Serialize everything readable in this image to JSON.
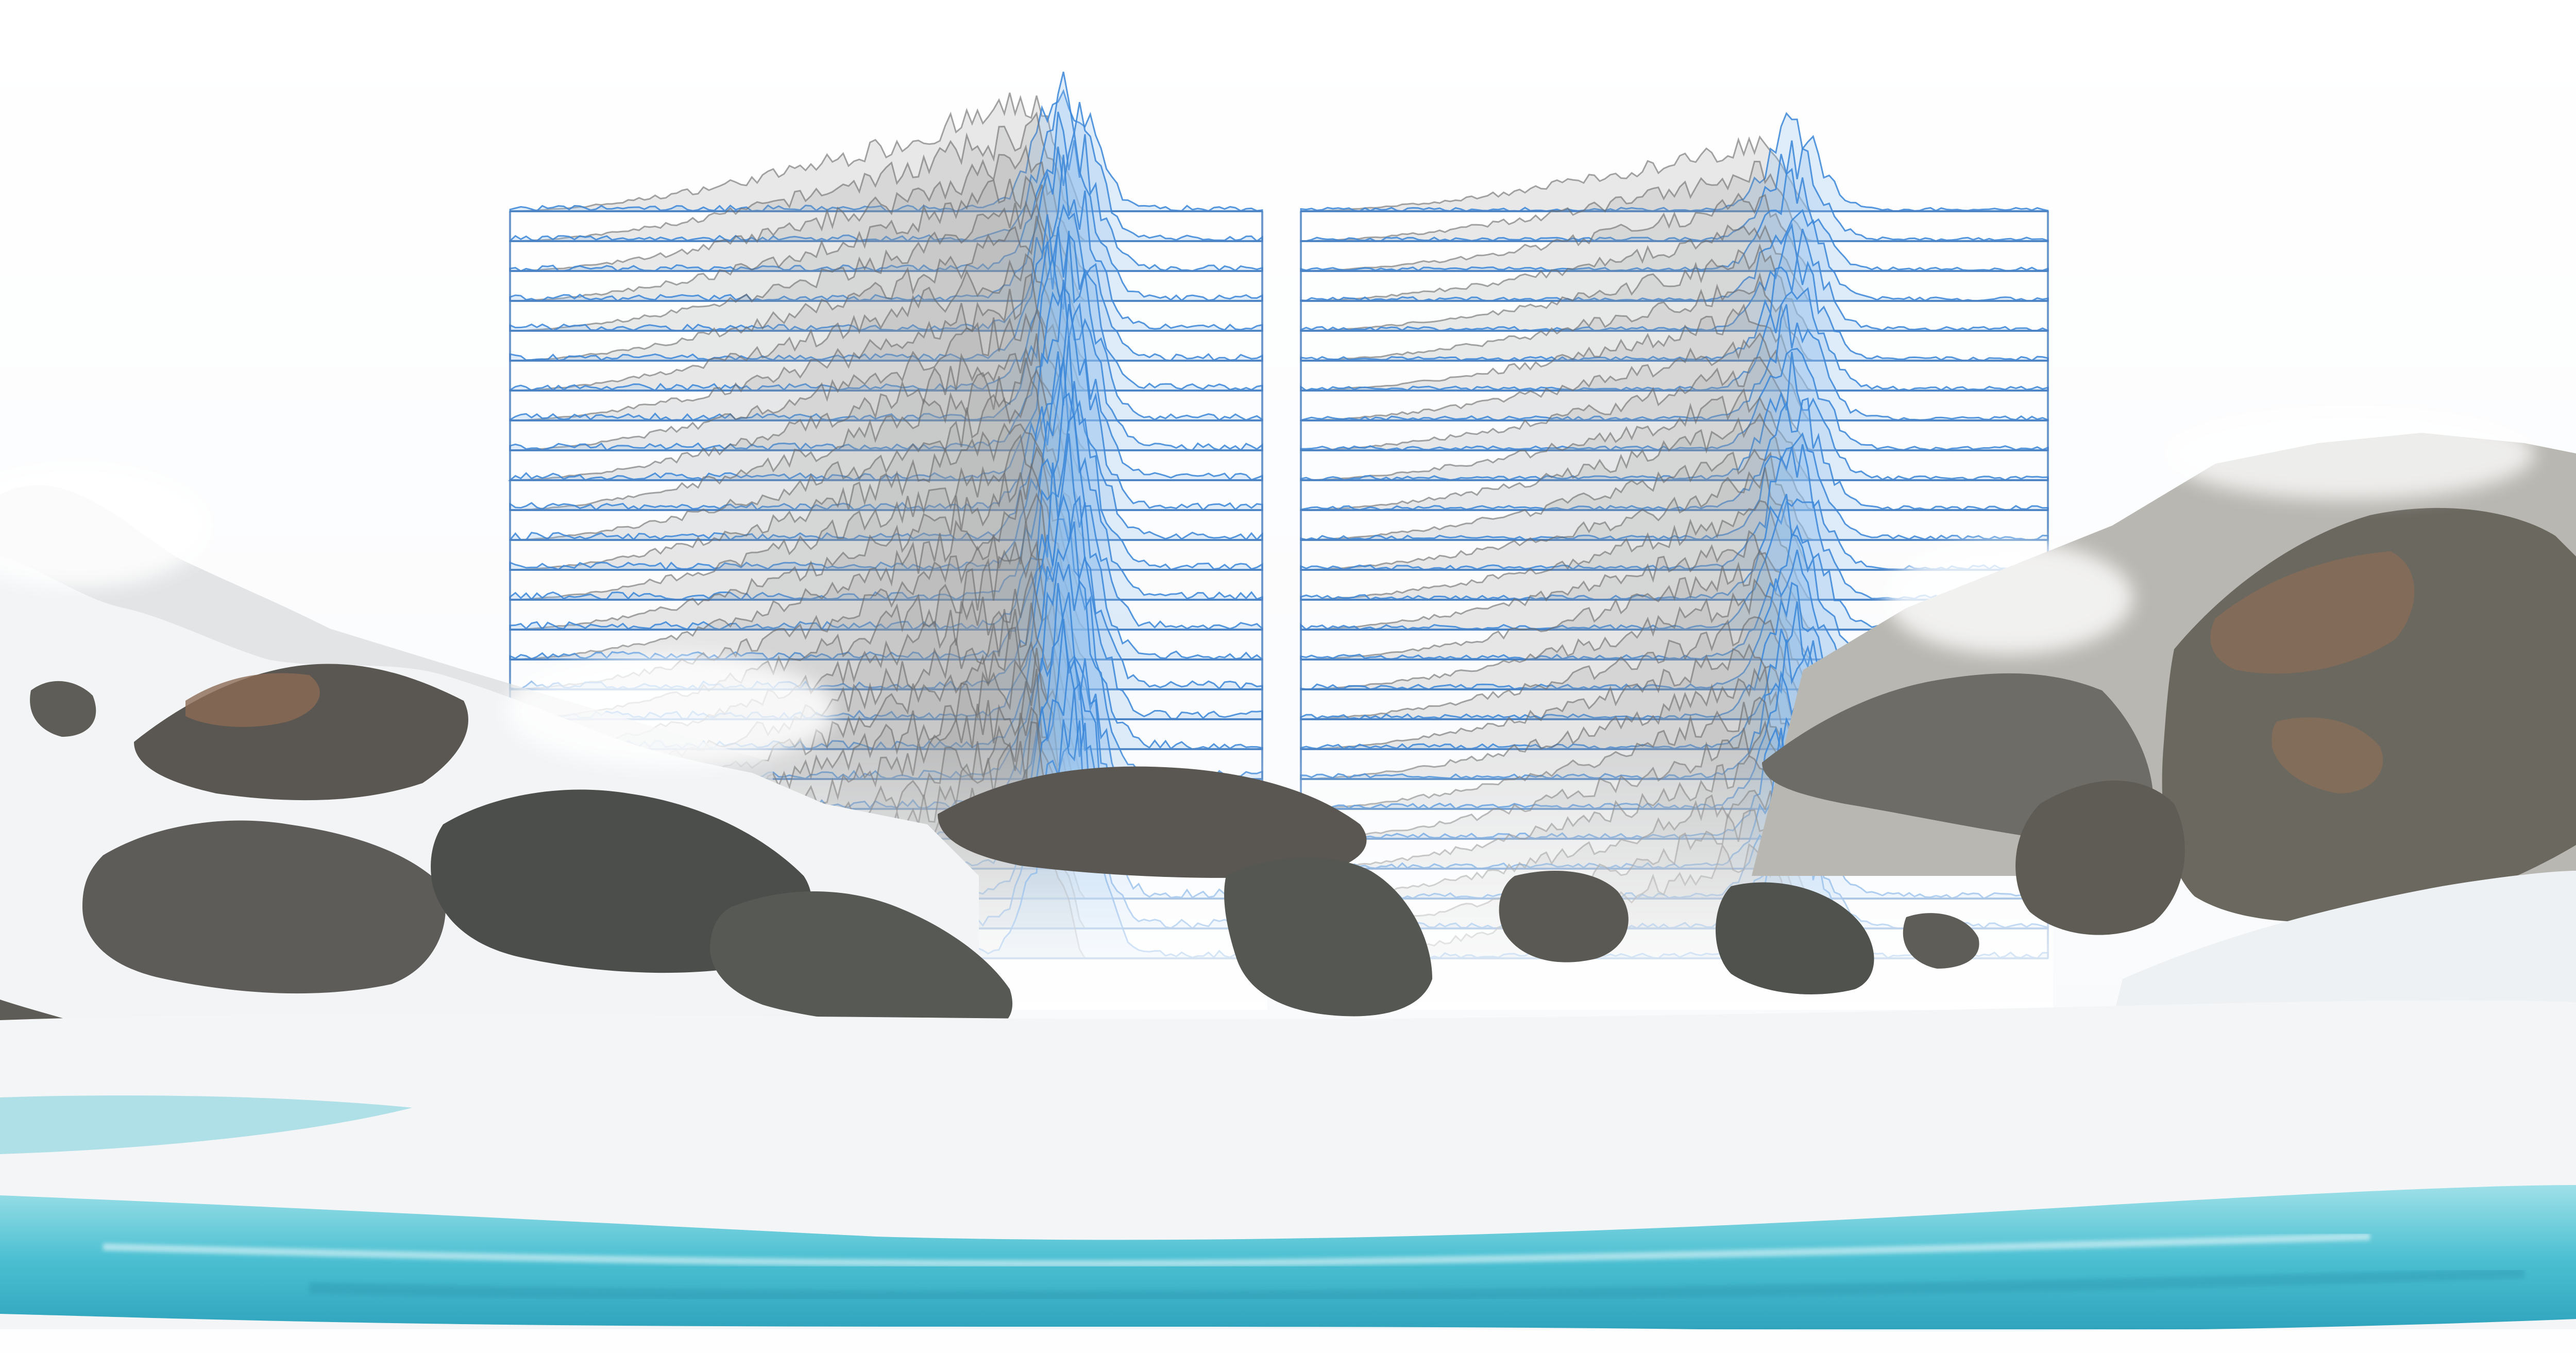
{
  "artwork": {
    "style": "ridgeline spectrogram panels over frozen alpine lake photo-composite",
    "colors": {
      "sky": "#ffffff",
      "ridge_fill_gray": "#9a9a9a",
      "ridge_stroke_gray": "#6b6b6b",
      "ridge_blue": "#3a86d8",
      "ridge_blue_fill": "#8fc0ee",
      "baseline_blue": "#4a7fc0",
      "snow": "#f4f6f8",
      "rock_dark": "#4d4f4c",
      "rock_mid": "#6f6c64",
      "rock_rust": "#8a6a52",
      "lake_ice": "#5cc6d6",
      "lake_deep": "#39a9c2"
    },
    "panels": [
      {
        "id": "left",
        "rows": 26,
        "peak_position": 0.7,
        "highlight": "blue"
      },
      {
        "id": "right",
        "rows": 26,
        "peak_position": 0.62,
        "highlight": "blue"
      }
    ]
  }
}
